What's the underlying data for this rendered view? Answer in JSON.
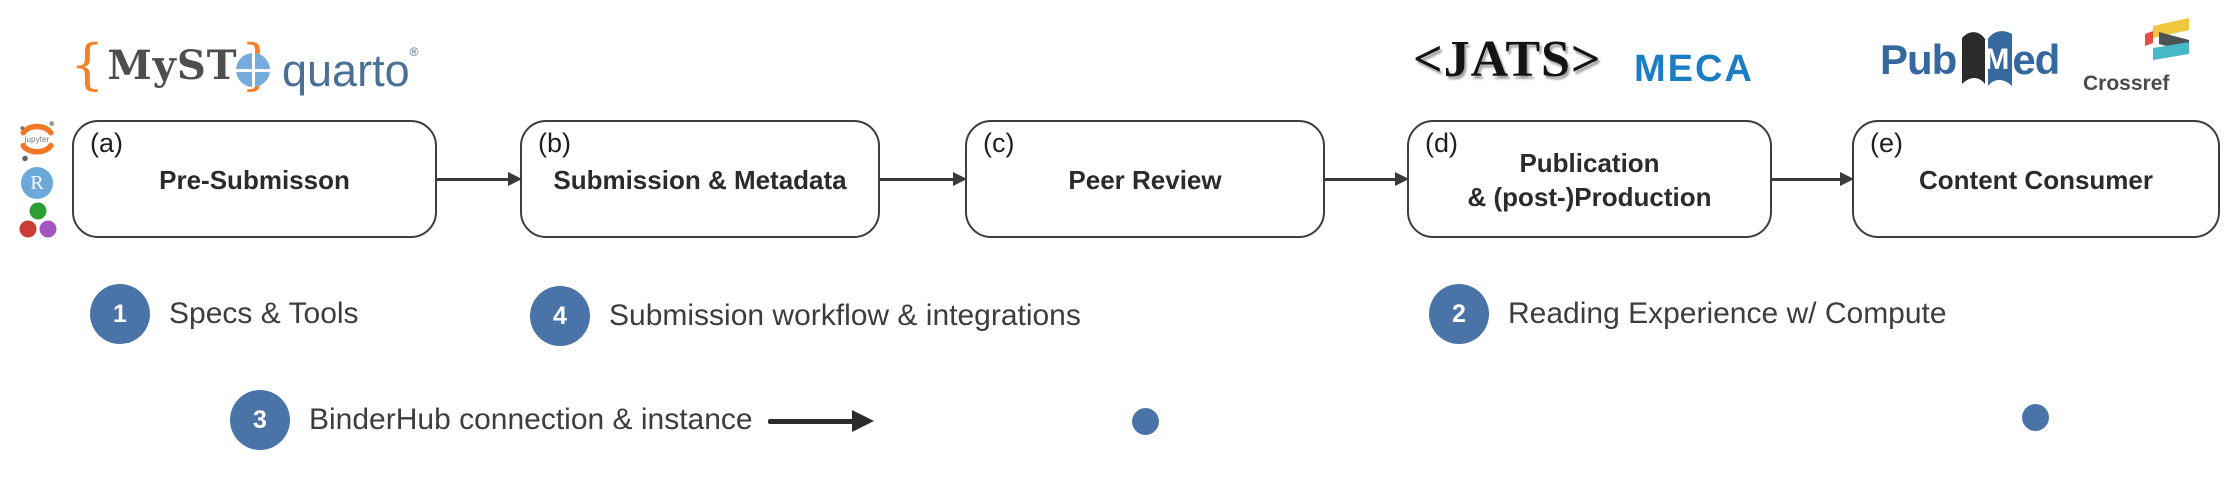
{
  "logos": {
    "myst": {
      "brace_left": "{",
      "text": "MyST",
      "brace_right": "}"
    },
    "quarto": {
      "text": "quarto",
      "reg": "®"
    },
    "jats": {
      "text": "<JATS>"
    },
    "meca": {
      "text": "MECA"
    },
    "pubmed": {
      "pub": "Pub",
      "m": "M",
      "ed": "ed"
    },
    "crossref": {
      "text": "Crossref"
    }
  },
  "side_icons": {
    "jupyter_label": "jupyter",
    "r_label": "R"
  },
  "stages": [
    {
      "id": "(a)",
      "lines": [
        "Pre-Submisson"
      ]
    },
    {
      "id": "(b)",
      "lines": [
        "Submission & Metadata"
      ]
    },
    {
      "id": "(c)",
      "lines": [
        "Peer Review"
      ]
    },
    {
      "id": "(d)",
      "lines": [
        "Publication",
        "& (post-)Production"
      ]
    },
    {
      "id": "(e)",
      "lines": [
        "Content Consumer"
      ]
    }
  ],
  "annotations": [
    {
      "number": "1",
      "label": "Specs & Tools"
    },
    {
      "number": "4",
      "label": "Submission workflow & integrations"
    },
    {
      "number": "2",
      "label": "Reading Experience w/ Compute"
    },
    {
      "number": "3",
      "label": "BinderHub connection & instance"
    }
  ],
  "colors": {
    "annotation_blue": "#4a74a8",
    "box_border": "#3d3d3d",
    "meca_blue": "#1a7ec5",
    "pubmed_blue": "#35689e",
    "quarto_blue": "#4a7095",
    "myst_orange": "#f58025",
    "jupyter_orange": "#f37726",
    "r_blue": "#6aa9d9",
    "crossref_yellow": "#efc73e",
    "crossref_red": "#e84e40",
    "crossref_dark": "#4a5256",
    "crossref_teal": "#47b8c8",
    "dot_green": "#2e9e33",
    "dot_red": "#cc3b36",
    "dot_purple": "#a256c2"
  }
}
